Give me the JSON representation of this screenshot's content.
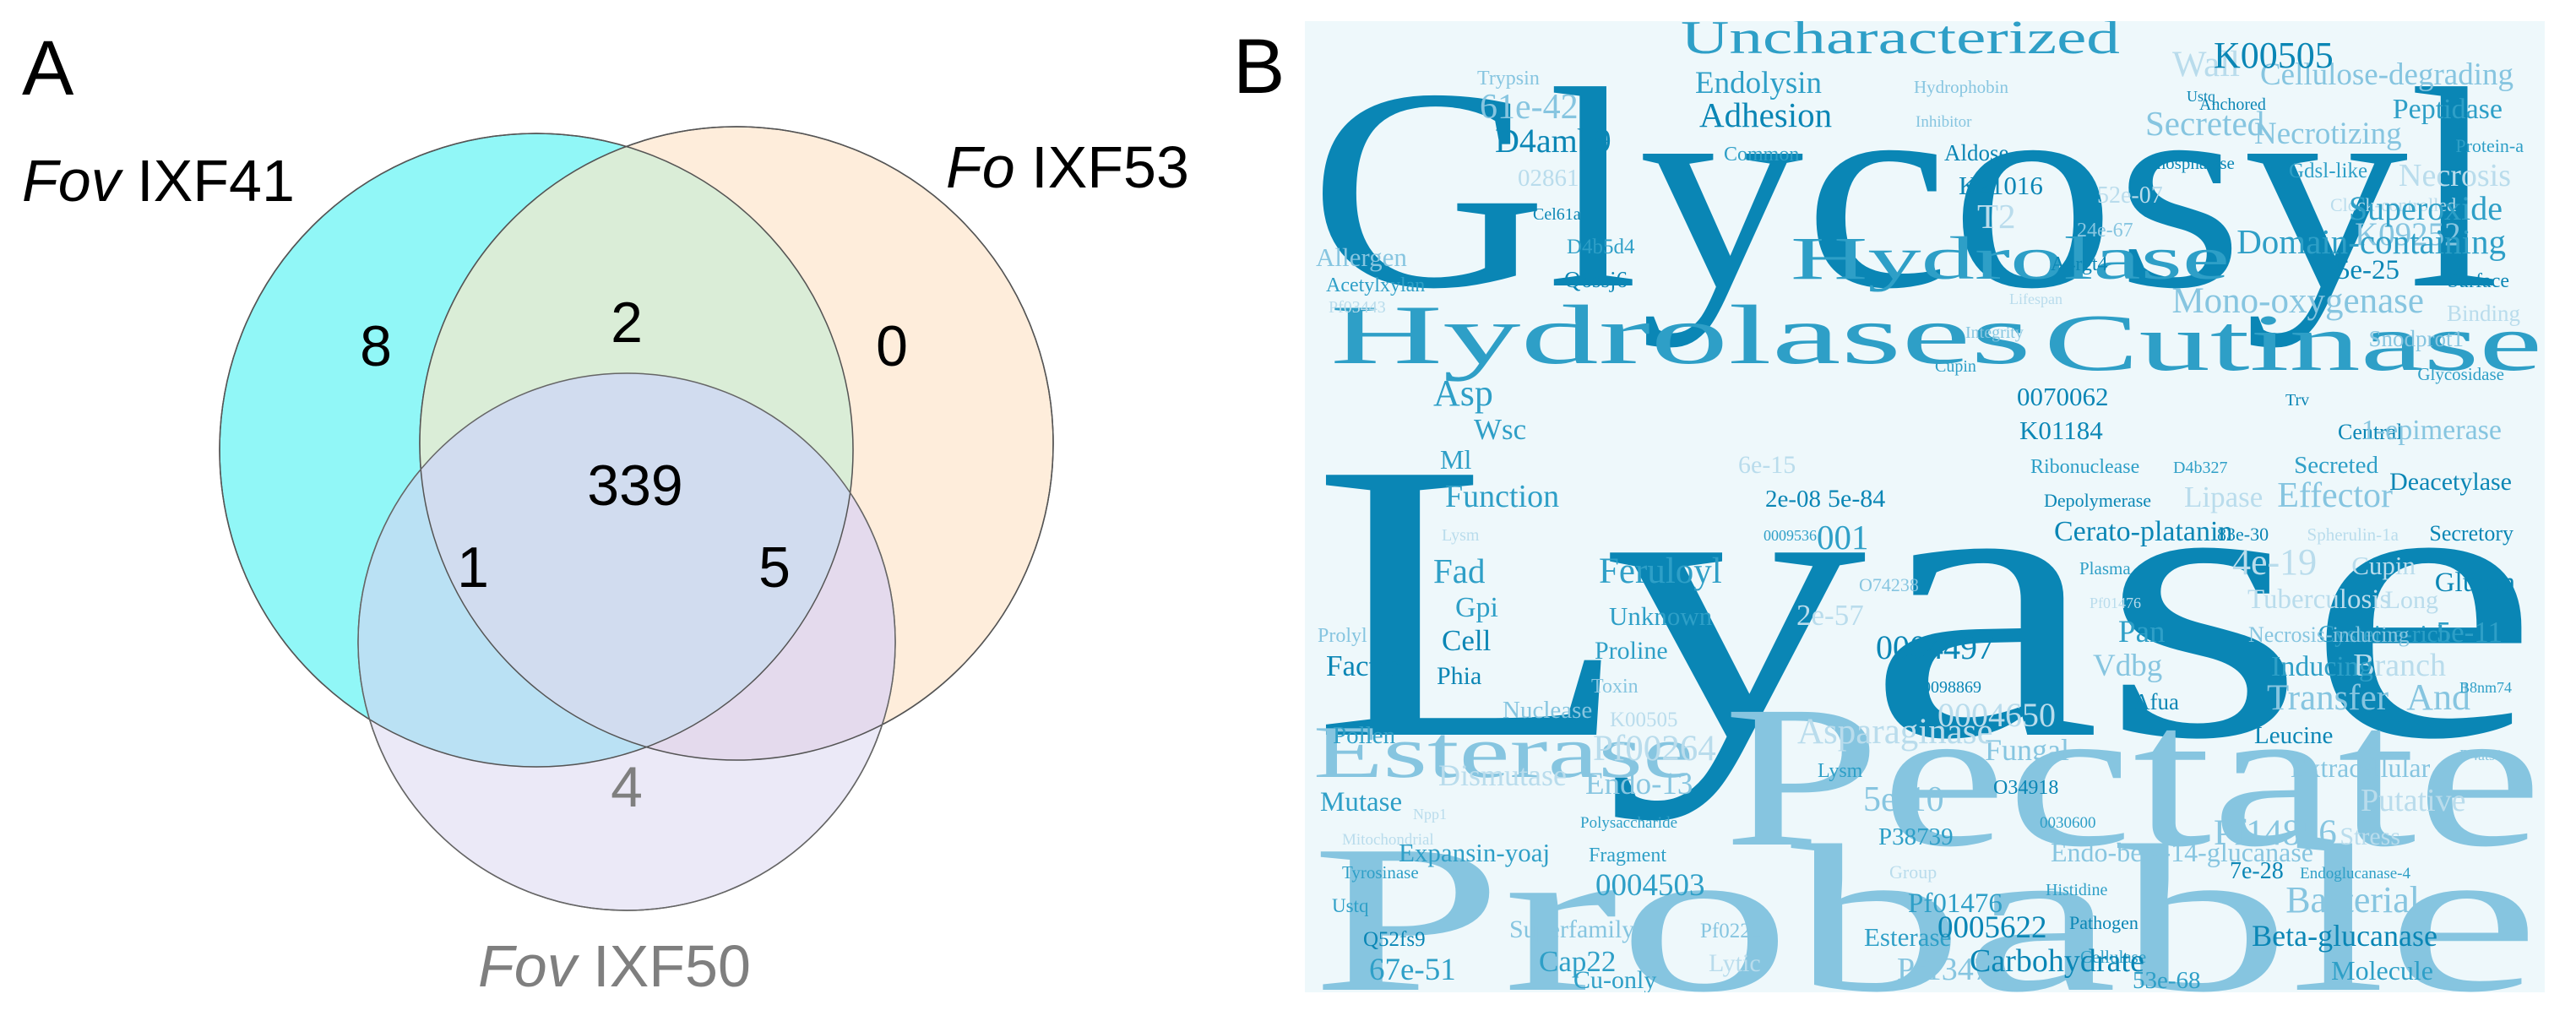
{
  "panel_a": {
    "label": "A",
    "set1": {
      "prefix": "Fov",
      "strain": "IXF41",
      "color": "#7ef6f6",
      "label_color": "#000000"
    },
    "set2": {
      "prefix": "Fo",
      "strain": "IXF53",
      "color": "#fde6cc",
      "label_color": "#000000"
    },
    "set3": {
      "prefix": "Fov",
      "strain": "IXF50",
      "color": "#e4e2f4",
      "label_color": "#7f7f7f"
    },
    "regions": {
      "only_1": "8",
      "only_2": "0",
      "only_3": "4",
      "r12": "2",
      "r13": "1",
      "r23": "5",
      "r123": "339"
    }
  },
  "panel_b": {
    "label": "B",
    "colors": {
      "dark": "#0a86b5",
      "mid": "#2e9fc7",
      "light": "#86c5e0",
      "faint": "#b9dcec",
      "background": "#eef8fb"
    },
    "words_large": [
      "Glycosyl",
      "Lyase",
      "Pectate",
      "Probable",
      "Hydrolases",
      "Cutinase",
      "Hydrolase",
      "Esterase",
      "Uncharacterized"
    ],
    "words_medium": [
      "Allergen",
      "Acetylxylan",
      "Pf03443",
      "Pollen",
      "Factor",
      "Prolyl",
      "Mutase",
      "Mitochondrial",
      "Tyrosinase",
      "Ustq",
      "Wsc",
      "Asp",
      "Ml",
      "Function",
      "Lysm",
      "Fad",
      "Gpi",
      "Cell",
      "Phia",
      "Nuclease",
      "Feruloyl",
      "Unknown",
      "Proline",
      "Toxin",
      "K00505",
      "Pf00264",
      "Endo-13",
      "Polysaccharide",
      "Fragment",
      "0004503",
      "0009536",
      "2e-08",
      "6e-15",
      "5e-84",
      "001",
      "O74238",
      "2e-57",
      "0004497",
      "0098869",
      "0004650",
      "0070062",
      "K01184",
      "Ribonuclease",
      "Depolymerase",
      "Cerato-platanin",
      "Plasma",
      "Pf01476",
      "Pan",
      "Vdbg",
      "Afua",
      "Trv",
      "Central",
      "Secreted",
      "Effector",
      "Spherulin-1a",
      "Cupin",
      "Long",
      "Cysteine-rich",
      "Branch",
      "And",
      "Leucine",
      "Extracellular",
      "Putative",
      "Stress",
      "Endoglucanase-4",
      "Bacterial",
      "Beta-glucanase",
      "Molecule",
      "Pf14856",
      "7e-28",
      "Trypsin",
      "61e-42",
      "D4amb9",
      "02861",
      "Cel61a",
      "D4b5d4",
      "Q6ssj6",
      "Endolysin",
      "Adhesion",
      "Common",
      "Hydrophobin",
      "Inhibitor",
      "Aldose",
      "K21016",
      "T2",
      "Wall",
      "Anchored",
      "Necrotizing",
      "Gdsl-like",
      "Clock-controlled",
      "K09252",
      "5e-25",
      "Mono-oxygenase",
      "Snodprot1",
      "Glycosidase",
      "Cellulose-degrading",
      "Peptidase",
      "Protein-a",
      "Necrosis",
      "Superoxide",
      "Domain-containing",
      "Surface",
      "Binding",
      "1-epimerase",
      "Deacetylase",
      "Secretory",
      "Glucan",
      "5e-11",
      "B8nm74",
      "D4ats1",
      "D4b327",
      "Lipase",
      "83e-30",
      "4e-19",
      "Tuberculosis",
      "Necrosis-inducing",
      "Inducing",
      "Transfer",
      "Fungal",
      "O34918",
      "0030600",
      "Endo-beta-14-glucanase",
      "Histidine",
      "Pathogen",
      "Cellulase",
      "53e-68",
      "Superfamily",
      "Cap22",
      "Cu-only",
      "Pf02221",
      "Lytic",
      "Esterase",
      "Pf13472",
      "0005622",
      "Carbohydrate",
      "Q52fs9",
      "67e-51",
      "Expansin-yoaj",
      "Npp1",
      "Dismutase",
      "Asparaginase",
      "Lysm",
      "5e-10",
      "P38739",
      "Group",
      "Pf01476",
      "Cupin",
      "Integrity",
      "Lifespan",
      "A4rgt4",
      "24e-67",
      "52e-07",
      "Phosphatase",
      "Secreted",
      "Ustq",
      "K00505"
    ]
  }
}
